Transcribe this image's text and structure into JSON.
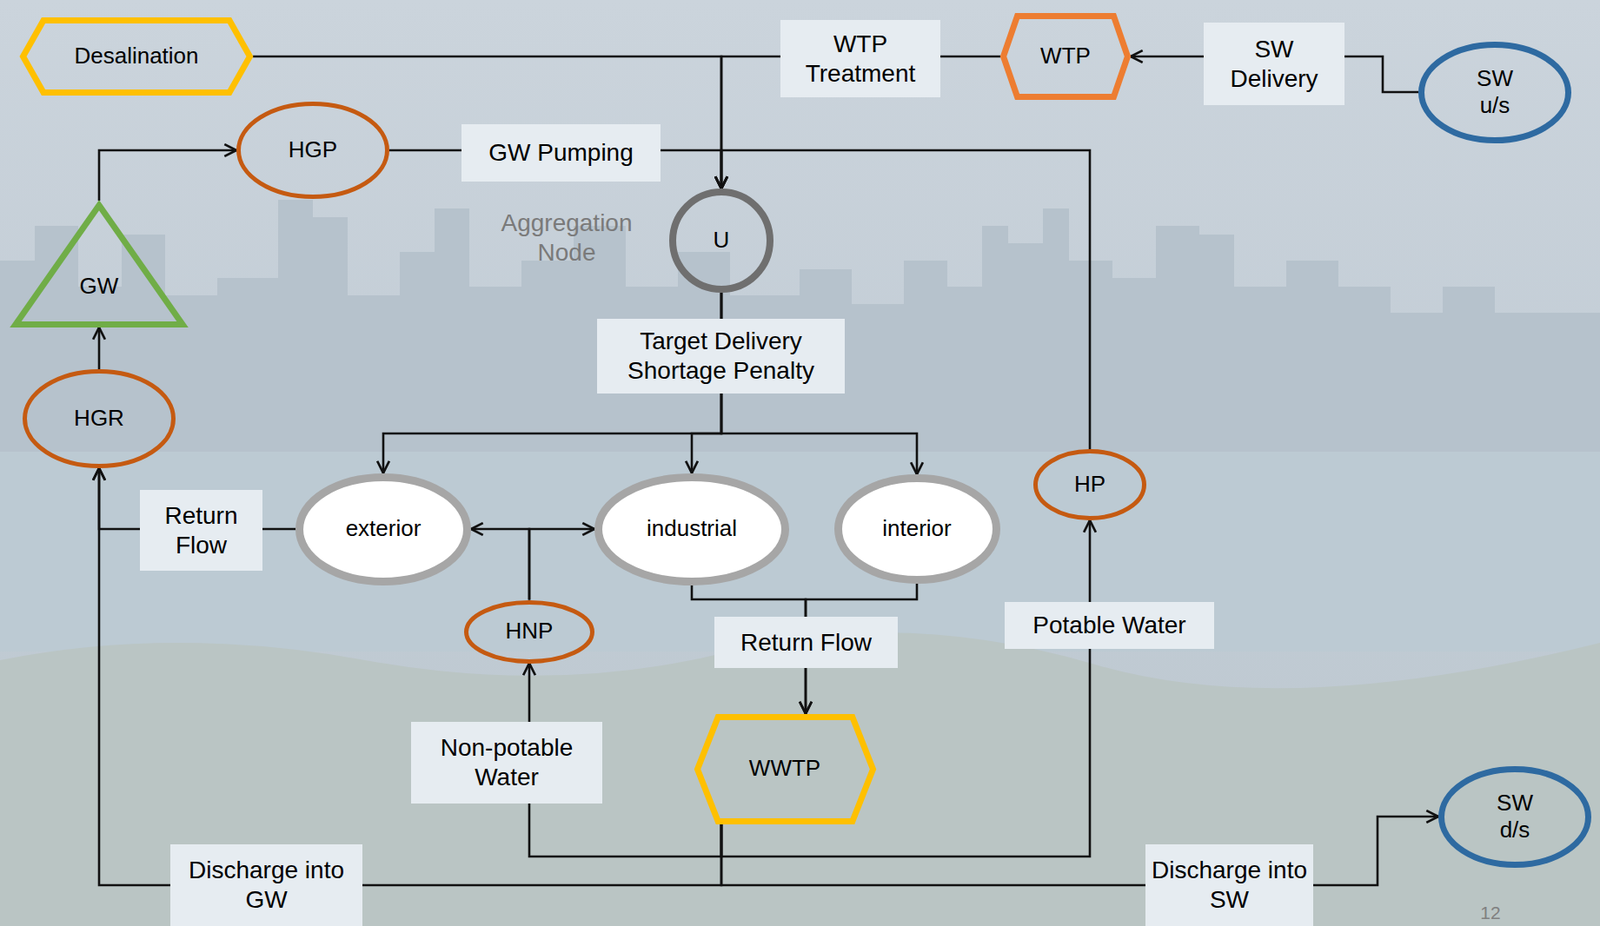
{
  "diagram": {
    "nodes": [
      {
        "text": [
          "Desalination"
        ]
      },
      {
        "text": [
          "WTP"
        ]
      },
      {
        "text": [
          "SW u/s"
        ]
      },
      {
        "text": [
          "HGP"
        ]
      },
      {
        "text": [
          "U"
        ]
      },
      {
        "text": [
          "GW"
        ]
      },
      {
        "text": [
          "HGR"
        ]
      },
      {
        "text": [
          "HP"
        ]
      },
      {
        "text": [
          "exterior"
        ]
      },
      {
        "text": [
          "industrial"
        ]
      },
      {
        "text": [
          "interior"
        ]
      },
      {
        "text": [
          "HNP"
        ]
      },
      {
        "text": [
          "WWTP"
        ]
      },
      {
        "text": [
          "SW d/s"
        ]
      }
    ],
    "edges": [
      {
        "from": 2,
        "to": 1,
        "label": "SW Delivery",
        "arrow": "to"
      },
      {
        "from": 1,
        "to": 4,
        "label": "WTP Treatment",
        "arrow": "to"
      },
      {
        "from": 0,
        "to": 4,
        "arrow": "to"
      },
      {
        "from": 5,
        "to": 3,
        "arrow": "to"
      },
      {
        "from": 3,
        "to": 4,
        "label": "GW Pumping",
        "arrow": "to"
      },
      {
        "from": 7,
        "to": 4,
        "arrow": "to"
      },
      {
        "from": 6,
        "to": 5,
        "arrow": "to"
      },
      {
        "from": 4,
        "to": 8,
        "arrow": "to"
      },
      {
        "from": 4,
        "to": 9,
        "label": "Target Delivery Shortage Penalty",
        "arrow": "to"
      },
      {
        "from": 4,
        "to": 10,
        "arrow": "to"
      },
      {
        "from": 8,
        "to": 6,
        "label": "Return Flow",
        "arrow": "to"
      },
      {
        "from": 11,
        "to": 8,
        "arrow": "to"
      },
      {
        "from": 11,
        "to": 9,
        "arrow": "to"
      },
      {
        "from": 9,
        "to": 12,
        "label": "Return Flow",
        "arrow": "to"
      },
      {
        "from": 10,
        "to": 12,
        "arrow": "to"
      },
      {
        "from": 12,
        "to": 11,
        "label": "Non-potable Water",
        "arrow": "to"
      },
      {
        "from": 12,
        "to": 7,
        "label": "Potable Water",
        "arrow": "to"
      },
      {
        "from": 12,
        "to": 6,
        "label": "Discharge into GW",
        "arrow": "to"
      },
      {
        "from": 12,
        "to": 13,
        "label": "Discharge into SW",
        "arrow": "to"
      }
    ],
    "labels": [
      "Aggregation Node",
      "12"
    ]
  }
}
